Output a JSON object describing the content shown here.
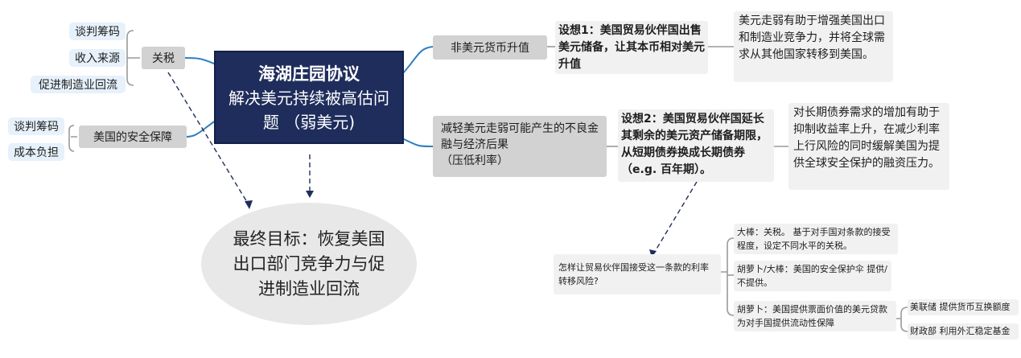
{
  "center": {
    "title": "海湖庄园协议",
    "subtitle": "解决美元持续被高估问题 （弱美元)"
  },
  "goal": {
    "text": "最终目标：恢复美国出口部门竞争力与促进制造业回流"
  },
  "tariff": {
    "label": "关税",
    "items": [
      "谈判筹码",
      "收入来源",
      "促进制造业回流"
    ]
  },
  "security": {
    "label": "美国的安全保障",
    "items": [
      "谈判筹码",
      "成本负担"
    ]
  },
  "branch1": {
    "label": "非美元货币升值",
    "hypothesis": "设想1：美国贸易伙伴国出售美元储备，让其本币相对美元升值",
    "effect": "美元走弱有助于增强美国出口和制造业竞争力，并将全球需求从其他国家转移到美国。"
  },
  "branch2": {
    "label": "减轻美元走弱可能产生的不良金融与经济后果",
    "label_sub": "（压低利率）",
    "hypothesis": "设想2：美国贸易伙伴国延长其剩余的美元资产储备期限，从短期债券换成长期债券（e.g. 百年期）。",
    "effect": "对长期债券需求的增加有助于抑制收益率上升，在减少利率上行风险的同时缓解美国为提供全球安全保护的融资压力。"
  },
  "question": {
    "text": "怎样让贸易伙伴国接受这一条款的利率转移风险?",
    "options": [
      "大棒：关税。 基于对手国对条款的接受程度，设定不同水平的关税。",
      "胡萝卜/大棒：美国的安全保护伞 提供/不提供。",
      "胡萝卜：美国提供票面价值的美元贷款 为对手国提供流动性保障"
    ],
    "sub_options": [
      "美联储 提供货币互换额度",
      "财政部 利用外汇稳定基金"
    ]
  },
  "colors": {
    "center": "#1f2d5c",
    "connector": "#2f7fc1",
    "gray": "#d2d2d2",
    "lightblue": "#e6f1fb"
  }
}
